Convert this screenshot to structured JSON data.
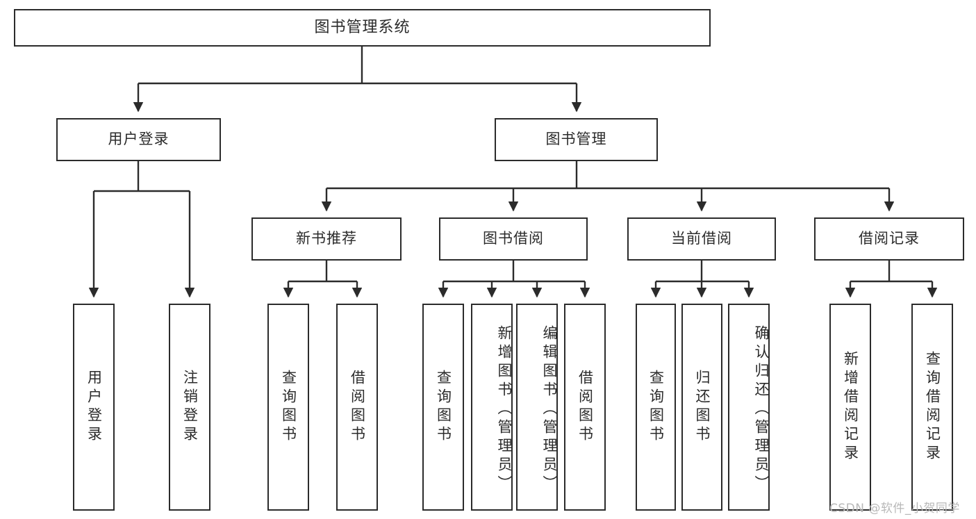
{
  "diagram": {
    "title": "图书管理系统",
    "type": "tree",
    "orientation": "top-down",
    "stroke_color": "#2b2b2b",
    "fill_color": "#ffffff",
    "text_color": "#2b2b2b"
  },
  "nodes": {
    "root": {
      "label": "图书管理系统"
    },
    "level2": [
      {
        "id": "user-login",
        "label": "用户登录"
      },
      {
        "id": "book-management",
        "label": "图书管理"
      }
    ],
    "level3": [
      {
        "id": "new-book-recommend",
        "label": "新书推荐"
      },
      {
        "id": "book-borrow",
        "label": "图书借阅"
      },
      {
        "id": "current-borrow",
        "label": "当前借阅"
      },
      {
        "id": "borrow-record",
        "label": "借阅记录"
      }
    ],
    "leaves": {
      "user_login": [
        {
          "id": "leaf-user-login",
          "label": "用户登录"
        },
        {
          "id": "leaf-logout",
          "label": "注销登录"
        }
      ],
      "new_book_recommend": [
        {
          "id": "leaf-query-book-1",
          "label": "查询图书"
        },
        {
          "id": "leaf-borrow-book-1",
          "label": "借阅图书"
        }
      ],
      "book_borrow": [
        {
          "id": "leaf-query-book-2",
          "label": "查询图书"
        },
        {
          "id": "leaf-add-book",
          "label": "新增图书（管理员）"
        },
        {
          "id": "leaf-edit-book",
          "label": "编辑图书（管理员）"
        },
        {
          "id": "leaf-borrow-book-2",
          "label": "借阅图书"
        }
      ],
      "current_borrow": [
        {
          "id": "leaf-query-book-3",
          "label": "查询图书"
        },
        {
          "id": "leaf-return-book",
          "label": "归还图书"
        },
        {
          "id": "leaf-confirm-return",
          "label": "确认归还（管理员）"
        }
      ],
      "borrow_record": [
        {
          "id": "leaf-add-record",
          "label": "新增借阅记录"
        },
        {
          "id": "leaf-query-record",
          "label": "查询借阅记录"
        }
      ]
    }
  },
  "watermark": {
    "text": "CSDN @软件_小贺同学"
  }
}
